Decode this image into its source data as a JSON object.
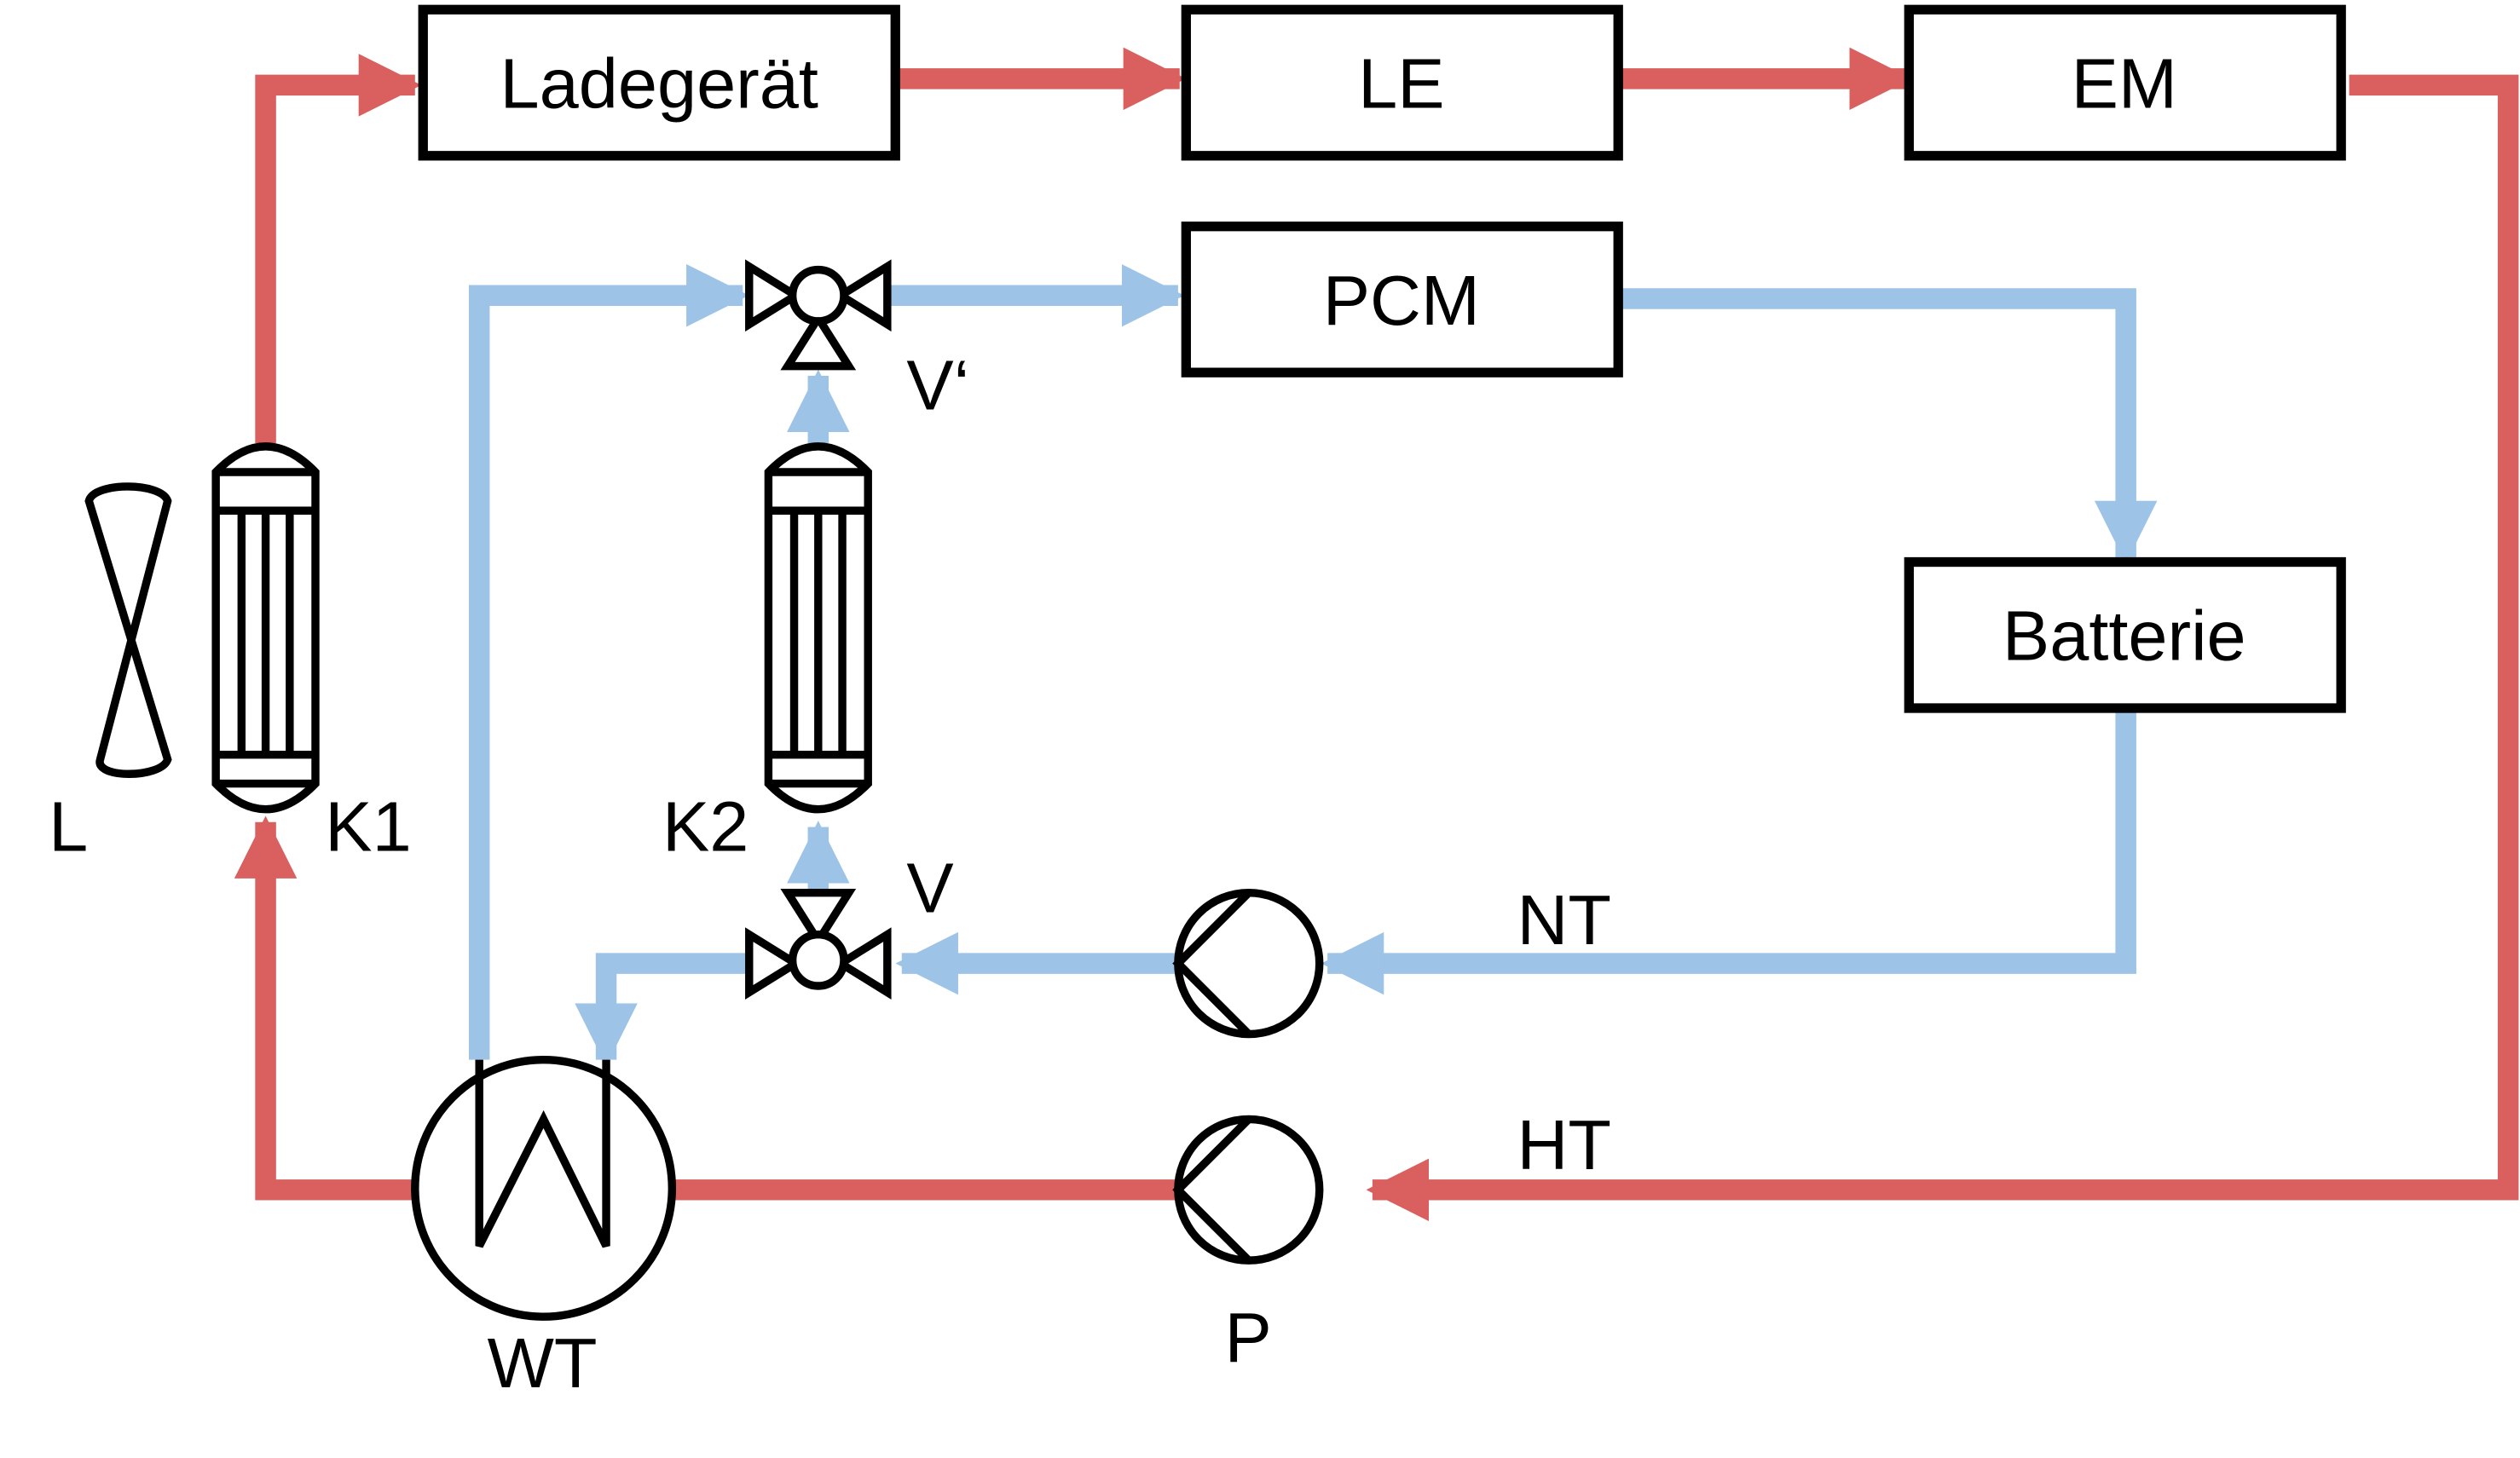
{
  "colors": {
    "high_temperature_circuit": "#d9605e",
    "low_temperature_circuit": "#9dc3e6",
    "outline": "#000000",
    "background": "#ffffff"
  },
  "components": {
    "ladegeraet": "Ladegerät",
    "le": "LE",
    "em": "EM",
    "pcm": "PCM",
    "batterie": "Batterie"
  },
  "symbols": {
    "fan": "L",
    "radiator_1": "K1",
    "radiator_2": "K2",
    "valve_lower": "V",
    "valve_upper": "V‘",
    "heat_exchanger": "WT",
    "pump": "P"
  },
  "circuits": {
    "low_temperature": "NT",
    "high_temperature": "HT"
  },
  "icons": {
    "fan": "fan-icon",
    "radiator": "radiator-icon",
    "valve": "three-way-valve-icon",
    "pump": "pump-icon",
    "heat_exchanger": "heat-exchanger-icon"
  }
}
